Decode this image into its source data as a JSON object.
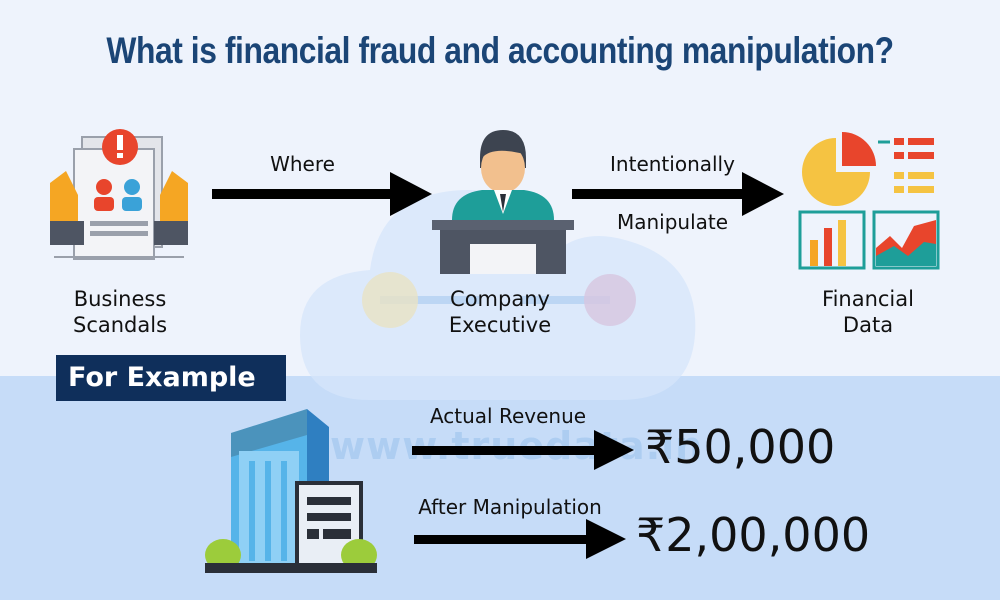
{
  "title": "What is financial fraud and accounting manipulation?",
  "watermark": "www.truedata.in",
  "flow": {
    "nodes": [
      {
        "label_line1": "Business",
        "label_line2": "Scandals",
        "icon": "business-scandal-icon"
      },
      {
        "label_line1": "Company",
        "label_line2": "Executive",
        "icon": "executive-icon"
      },
      {
        "label_line1": "Financial",
        "label_line2": "Data",
        "icon": "financial-charts-icon"
      }
    ],
    "arrow1_label": "Where",
    "arrow2_label_top": "Intentionally",
    "arrow2_label_bottom": "Manipulate"
  },
  "example": {
    "badge": "For Example",
    "icon": "office-building-icon",
    "actual_label": "Actual Revenue",
    "actual_value": "₹50,000",
    "after_label": "After Manipulation",
    "after_value": "₹2,00,000"
  },
  "colors": {
    "title": "#1b4576",
    "badge_bg": "#0f2f5b",
    "accent_teal": "#1e9e99",
    "accent_orange": "#f5a623",
    "accent_red": "#e8452c"
  }
}
